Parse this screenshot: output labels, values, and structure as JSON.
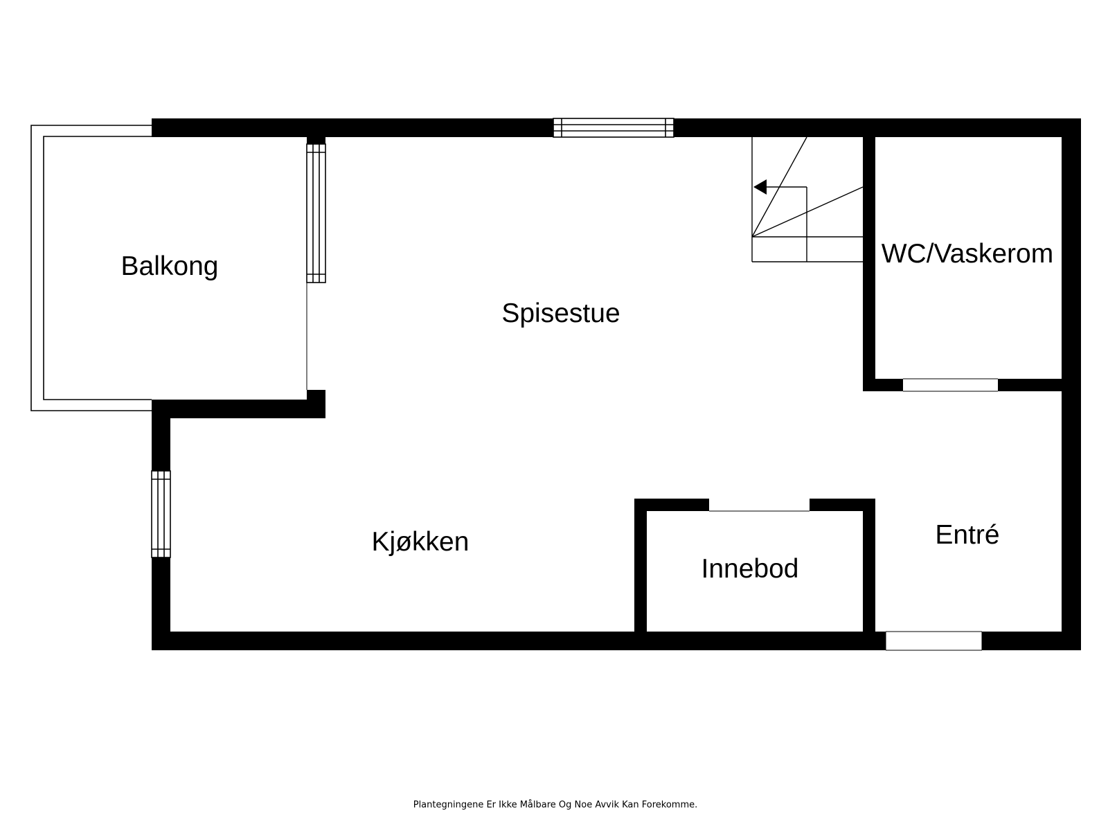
{
  "rooms": {
    "balkong": "Balkong",
    "spisestue": "Spisestue",
    "wc_vaskerom": "WC/Vaskerom",
    "kjokken": "Kjøkken",
    "innebod": "Innebod",
    "entre": "Entré"
  },
  "disclaimer": "Plantegningene Er Ikke Målbare Og Noe Avvik Kan Forekomme.",
  "colors": {
    "wall": "#000000",
    "background": "#ffffff"
  }
}
